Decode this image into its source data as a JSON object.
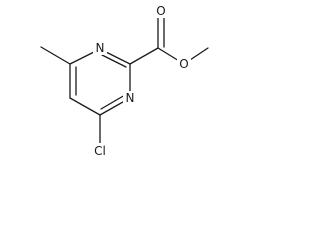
{
  "structure": {
    "atom_labels": {
      "n_top": "N",
      "n_bottom": "N",
      "o_carbonyl": "O",
      "o_ester": "O",
      "chlorine": "Cl"
    }
  }
}
